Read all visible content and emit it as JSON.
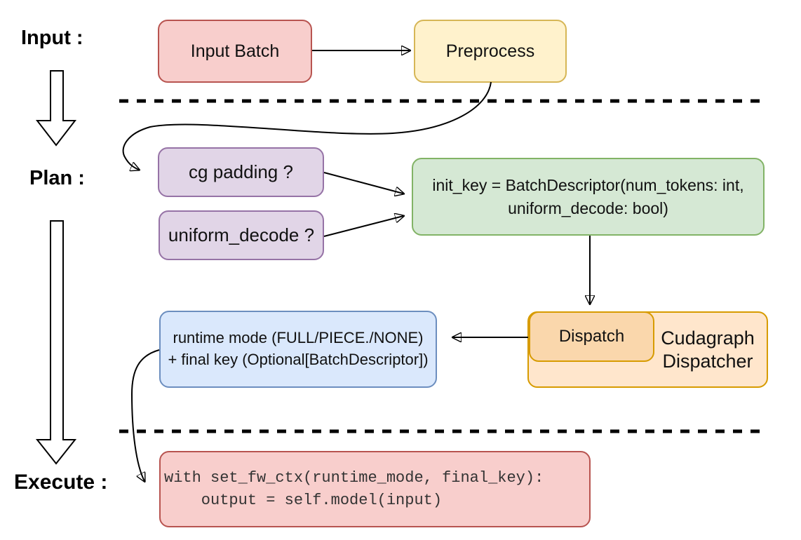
{
  "colors": {
    "red_fill": "#f8cecc",
    "red_stroke": "#b85450",
    "yellow_fill": "#fff2cc",
    "yellow_stroke": "#d6b656",
    "purple_fill": "#e1d5e7",
    "purple_stroke": "#9673a6",
    "green_fill": "#d5e8d4",
    "green_stroke": "#82b366",
    "blue_fill": "#dae8fc",
    "blue_stroke": "#6c8ebf",
    "orange_fill": "#ffe6cc",
    "orange_inner_fill": "#fad7ac",
    "orange_stroke": "#d79b00",
    "line_color": "#000000"
  },
  "stages": {
    "input": "Input :",
    "plan": "Plan :",
    "execute": "Execute :"
  },
  "nodes": {
    "input_batch": "Input Batch",
    "preprocess": "Preprocess",
    "cg_padding": "cg padding ?",
    "uniform_decode": "uniform_decode ?",
    "init_key": {
      "line1": "init_key = BatchDescriptor(num_tokens: int,",
      "line2": "uniform_decode: bool)"
    },
    "runtime": {
      "line1": "runtime mode (FULL/PIECE./NONE)",
      "line2": "+ final key (Optional[BatchDescriptor])"
    },
    "dispatch": "Dispatch",
    "cudagraph": {
      "line1": "Cudagraph",
      "line2": "Dispatcher"
    },
    "execute_code": "with set_fw_ctx(runtime_mode, final_key):\n    output = self.model(input)"
  }
}
